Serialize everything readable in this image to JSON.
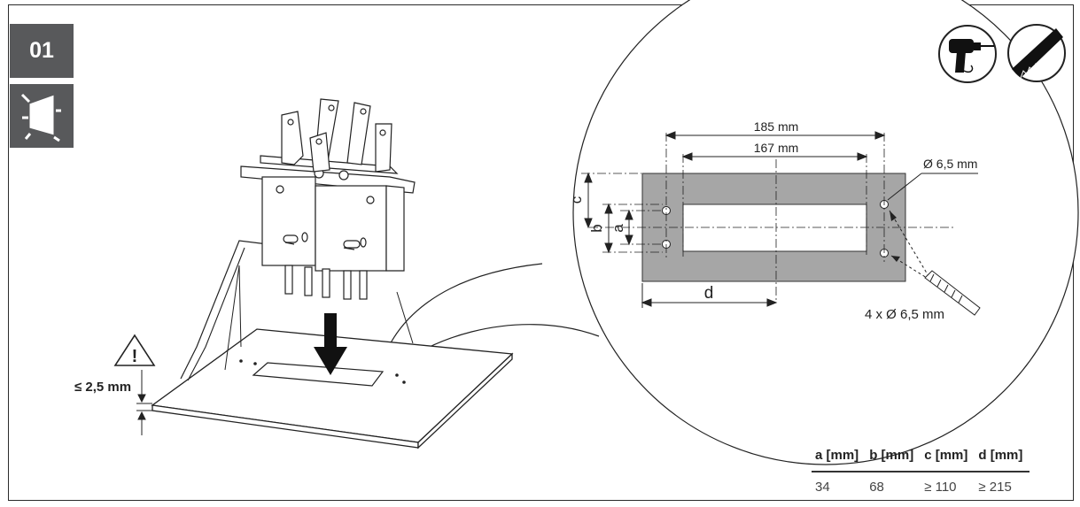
{
  "step_number": "01",
  "warning_dimension": "≤ 2,5 mm",
  "drawing": {
    "dim_185": "185 mm",
    "dim_167": "167 mm",
    "hole_small": "Ø 6,5 mm",
    "holes_count": "4 x Ø 6,5 mm",
    "label_a": "a",
    "label_b": "b",
    "label_c": "c",
    "label_d": "d"
  },
  "tools": [
    "drill-icon",
    "saw-icon"
  ],
  "table": {
    "headers": [
      "a [mm]",
      "b [mm]",
      "c [mm]",
      "d [mm]"
    ],
    "row": [
      "34",
      "68",
      "≥ 110",
      "≥ 215"
    ]
  }
}
